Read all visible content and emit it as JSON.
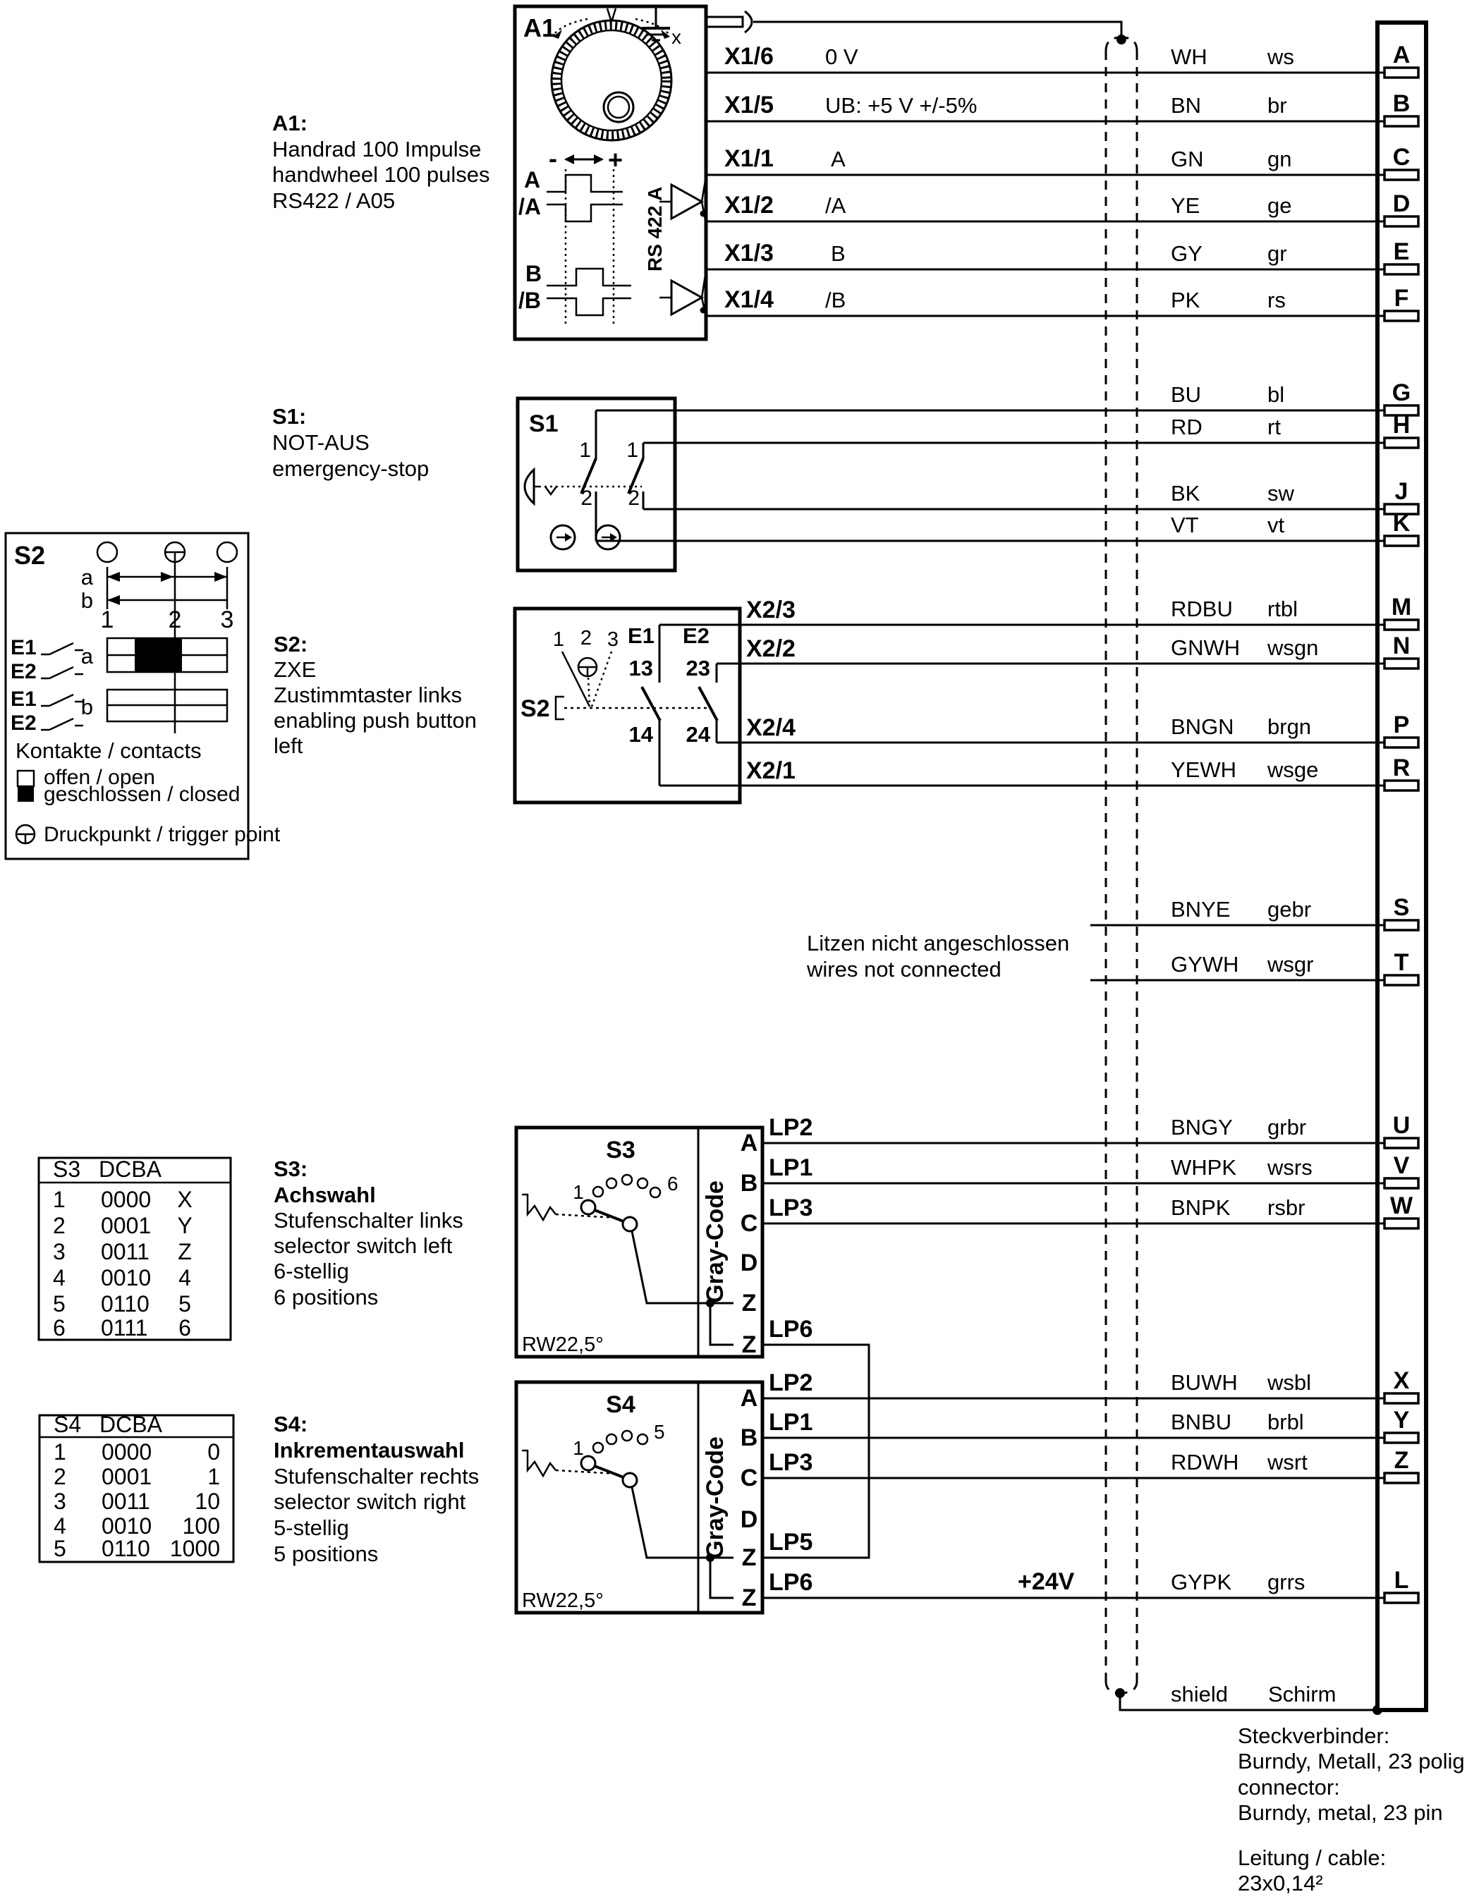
{
  "a1": {
    "box_label": "A1",
    "title": "A1:",
    "line1": "Handrad 100 Impulse",
    "line2": "handwheel 100 pulses",
    "line3": "RS422 / A05",
    "minus": "-",
    "plus": "+",
    "x_mark": "x",
    "wave_a": "A",
    "wave_na": "/A",
    "wave_b": "B",
    "wave_nb": "/B",
    "rs422": "RS 422 A",
    "t": [
      {
        "term": "X1/6",
        "sig": "0 V"
      },
      {
        "term": "X1/5",
        "sig": "UB:  +5 V +/-5%"
      },
      {
        "term": "X1/1",
        "sig": "A"
      },
      {
        "term": "X1/2",
        "sig": "/A"
      },
      {
        "term": "X1/3",
        "sig": "B"
      },
      {
        "term": "X1/4",
        "sig": "/B"
      }
    ]
  },
  "s1": {
    "box_label": "S1",
    "title": "S1:",
    "line1": "NOT-AUS",
    "line2": "emergency-stop",
    "n1": "1",
    "n2": "2"
  },
  "s2panel": {
    "box_label": "S2",
    "dim_a": "a",
    "dim_b": "b",
    "p1": "1",
    "p2": "2",
    "p3": "3",
    "row_a": "a",
    "row_b": "b",
    "e1": "E1",
    "e2": "E2",
    "contacts": "Kontakte / contacts",
    "open": "offen / open",
    "closed": "geschlossen / closed",
    "trigger": "Druckpunkt / trigger point"
  },
  "s2sw": {
    "box_label": "S2",
    "title": "S2:",
    "line1": "ZXE",
    "line2": "Zustimmtaster links",
    "line3": "enabling push button",
    "line4": "left",
    "p1": "1",
    "p2": "2",
    "p3": "3",
    "e1": "E1",
    "e2": "E2",
    "t13": "13",
    "t23": "23",
    "t14": "14",
    "t24": "24",
    "x23": "X2/3",
    "x22": "X2/2",
    "x24": "X2/4",
    "x21": "X2/1"
  },
  "s3": {
    "box_label": "S3",
    "title": "S3:",
    "line1": "Achswahl",
    "line2": "Stufenschalter links",
    "line3": "selector switch left",
    "line4": "6-stellig",
    "line5": "6 positions",
    "gray": "Gray-Code",
    "a": "A",
    "b": "B",
    "c": "C",
    "d": "D",
    "z1": "Z",
    "z2": "Z",
    "p1": "1",
    "plast": "6",
    "rw": "RW22,5°",
    "lp2": "LP2",
    "lp1": "LP1",
    "lp3": "LP3",
    "lp6": "LP6"
  },
  "s4": {
    "box_label": "S4",
    "title": "S4:",
    "line1": "Inkrementauswahl",
    "line2": "Stufenschalter rechts",
    "line3": "selector switch right",
    "line4": "5-stellig",
    "line5": "5 positions",
    "gray": "Gray-Code",
    "a": "A",
    "b": "B",
    "c": "C",
    "d": "D",
    "z1": "Z",
    "z2": "Z",
    "p1": "1",
    "plast": "5",
    "rw": "RW22,5°",
    "lp2": "LP2",
    "lp1": "LP1",
    "lp3": "LP3",
    "lp5": "LP5",
    "lp6": "LP6",
    "plus24": "+24V"
  },
  "s3table": {
    "h1": "S3",
    "h2": "DCBA",
    "rows": [
      {
        "p": "1",
        "c": "0000",
        "v": "X"
      },
      {
        "p": "2",
        "c": "0001",
        "v": "Y"
      },
      {
        "p": "3",
        "c": "0011",
        "v": "Z"
      },
      {
        "p": "4",
        "c": "0010",
        "v": "4"
      },
      {
        "p": "5",
        "c": "0110",
        "v": "5"
      },
      {
        "p": "6",
        "c": "0111",
        "v": "6"
      }
    ]
  },
  "s4table": {
    "h1": "S4",
    "h2": "DCBA",
    "rows": [
      {
        "p": "1",
        "c": "0000",
        "v": "0"
      },
      {
        "p": "2",
        "c": "0001",
        "v": "1"
      },
      {
        "p": "3",
        "c": "0011",
        "v": "10"
      },
      {
        "p": "4",
        "c": "0010",
        "v": "100"
      },
      {
        "p": "5",
        "c": "0110",
        "v": "1000"
      }
    ]
  },
  "notes": {
    "l1": "Litzen nicht angeschlossen",
    "l2": "wires not connected",
    "shield": "shield",
    "schirm": "Schirm",
    "st1": "Steckverbinder:",
    "st2": "Burndy, Metall, 23 polig",
    "st3": "connector:",
    "st4": "Burndy, metal, 23 pin",
    "cab1": "Leitung / cable:",
    "cab2": "23x0,14²"
  },
  "wires": [
    {
      "color": "WH",
      "abbr": "ws",
      "pin": "A"
    },
    {
      "color": "BN",
      "abbr": "br",
      "pin": "B"
    },
    {
      "color": "GN",
      "abbr": "gn",
      "pin": "C"
    },
    {
      "color": "YE",
      "abbr": "ge",
      "pin": "D"
    },
    {
      "color": "GY",
      "abbr": "gr",
      "pin": "E"
    },
    {
      "color": "PK",
      "abbr": "rs",
      "pin": "F"
    },
    {
      "color": "BU",
      "abbr": "bl",
      "pin": "G"
    },
    {
      "color": "RD",
      "abbr": "rt",
      "pin": "H"
    },
    {
      "color": "BK",
      "abbr": "sw",
      "pin": "J"
    },
    {
      "color": "VT",
      "abbr": "vt",
      "pin": "K"
    },
    {
      "color": "RDBU",
      "abbr": "rtbl",
      "pin": "M"
    },
    {
      "color": "GNWH",
      "abbr": "wsgn",
      "pin": "N"
    },
    {
      "color": "BNGN",
      "abbr": "brgn",
      "pin": "P"
    },
    {
      "color": "YEWH",
      "abbr": "wsge",
      "pin": "R"
    },
    {
      "color": "BNYE",
      "abbr": "gebr",
      "pin": "S"
    },
    {
      "color": "GYWH",
      "abbr": "wsgr",
      "pin": "T"
    },
    {
      "color": "BNGY",
      "abbr": "grbr",
      "pin": "U"
    },
    {
      "color": "WHPK",
      "abbr": "wsrs",
      "pin": "V"
    },
    {
      "color": "BNPK",
      "abbr": "rsbr",
      "pin": "W"
    },
    {
      "color": "BUWH",
      "abbr": "wsbl",
      "pin": "X"
    },
    {
      "color": "BNBU",
      "abbr": "brbl",
      "pin": "Y"
    },
    {
      "color": "RDWH",
      "abbr": "wsrt",
      "pin": "Z"
    },
    {
      "color": "GYPK",
      "abbr": "grrs",
      "pin": "L"
    }
  ]
}
